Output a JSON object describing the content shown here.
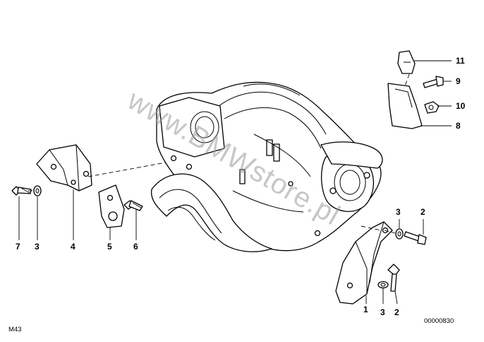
{
  "callouts": {
    "c1": "1",
    "c2a": "2",
    "c2b": "2",
    "c3a": "3",
    "c3b": "3",
    "c3c": "3",
    "c4": "4",
    "c5": "5",
    "c6": "6",
    "c7": "7",
    "c8": "8",
    "c9": "9",
    "c10": "10",
    "c11": "11"
  },
  "diagram_id": "M43",
  "drawing_number": "00000830",
  "watermark": "www.BMWstore.pl"
}
